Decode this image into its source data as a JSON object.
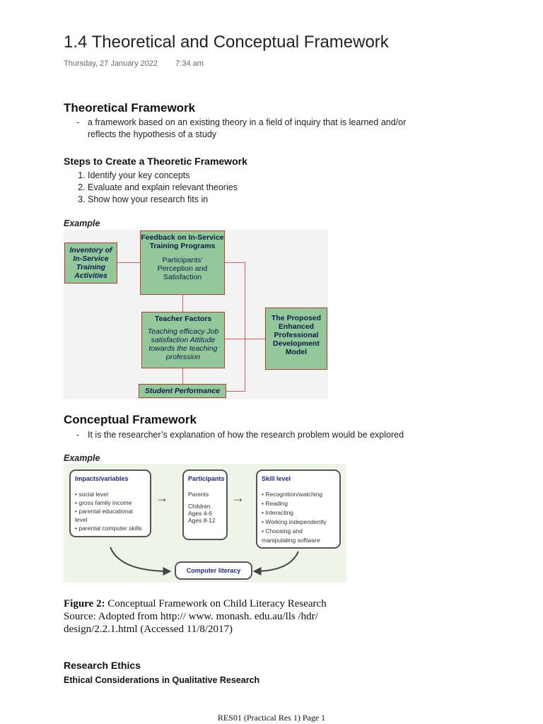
{
  "page": {
    "title": "1.4 Theoretical and Conceptual Framework",
    "date": "Thursday, 27 January 2022",
    "time": "7:34 am"
  },
  "theoretical": {
    "heading": "Theoretical Framework",
    "bullet": "a framework based on an existing theory in a field of inquiry that is learned and/or reflects the hypothesis of a study",
    "steps_heading": "Steps to Create a Theoretic Framework",
    "steps": [
      "Identify your key concepts",
      "Evaluate and explain relevant theories",
      "Show how your research fits in"
    ],
    "example_label": "Example",
    "diagram": {
      "inventory": "Inventory of In-Service Training Activities",
      "feedback_title": "Feedback on In-Service Training Programs",
      "feedback_sub": "Participants' Perception and Satisfaction",
      "teacher_title": "Teacher Factors",
      "teacher_sub": "Teaching efficacy Job satisfaction Attitude towards the teaching profession",
      "proposed": "The Proposed Enhanced Professional Development Model",
      "student": "Student Performance"
    }
  },
  "conceptual": {
    "heading": "Conceptual Framework",
    "bullet": "It is the researcher’s explanation of how the research problem would be explored",
    "example_label": "Example",
    "diagram": {
      "impacts_title": "Impacts/variables",
      "impacts_items": [
        "social level",
        "gross family income",
        "parental educational level",
        "parental computer skills"
      ],
      "participants_title": "Participants",
      "participants_items": [
        "Parents",
        "Children",
        "Ages 4-6",
        "Ages 8-12"
      ],
      "skill_title": "Skill level",
      "skill_items": [
        "Recognition/watching",
        "Reading",
        "Interacting",
        "Working independently",
        "Choosing and manipulating software"
      ],
      "literacy": "Computer literacy"
    },
    "caption_label": "Figure 2:",
    "caption_text": "Conceptual Framework on Child Literacy Research",
    "source": "Source: Adopted from http:// www. monash. edu.au/lls /hdr/ design/2.2.1.html (Accessed 11/8/2017)"
  },
  "ethics": {
    "heading": "Research Ethics",
    "subheading": "Ethical Considerations in Qualitative Research"
  },
  "footer": "RES01 (Practical Res 1) Page 1"
}
